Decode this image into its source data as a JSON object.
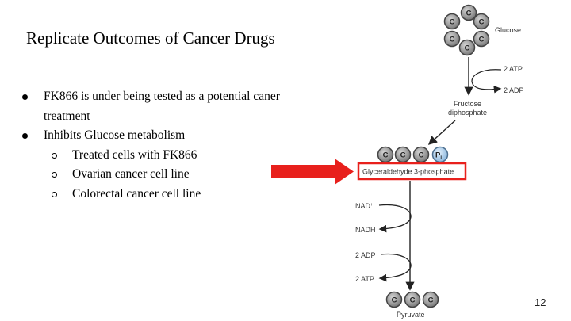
{
  "slide": {
    "title": "Replicate Outcomes of Cancer Drugs",
    "bullets": [
      {
        "text": "FK866 is under being tested as a potential caner treatment",
        "level": 1
      },
      {
        "text": "Inhibits Glucose metabolism",
        "level": 1
      },
      {
        "text": "Treated cells with FK866",
        "level": 2
      },
      {
        "text": "Ovarian cancer cell line",
        "level": 2
      },
      {
        "text": "Colorectal cancer cell line",
        "level": 2
      }
    ],
    "page_number": "12"
  },
  "diagram": {
    "atom_label": "C",
    "phosphate_label": "P",
    "phosphate_sub": "i",
    "glucose": "Glucose",
    "atp_in": "2 ATP",
    "adp_out": "2 ADP",
    "fructose_line1": "Fructose",
    "fructose_line2": "diphosphate",
    "g3p": "Glyceraldehyde 3-phosphate",
    "nad": "NAD",
    "nad_sup": "+",
    "nadh": "NADH",
    "adp2": "2 ADP",
    "atp2": "2 ATP",
    "pyruvate": "Pyruvate"
  },
  "colors": {
    "highlight_red": "#e8201c",
    "carbon_gray": "#8c8c8c",
    "phosphate_blue": "#a9cbe8"
  }
}
